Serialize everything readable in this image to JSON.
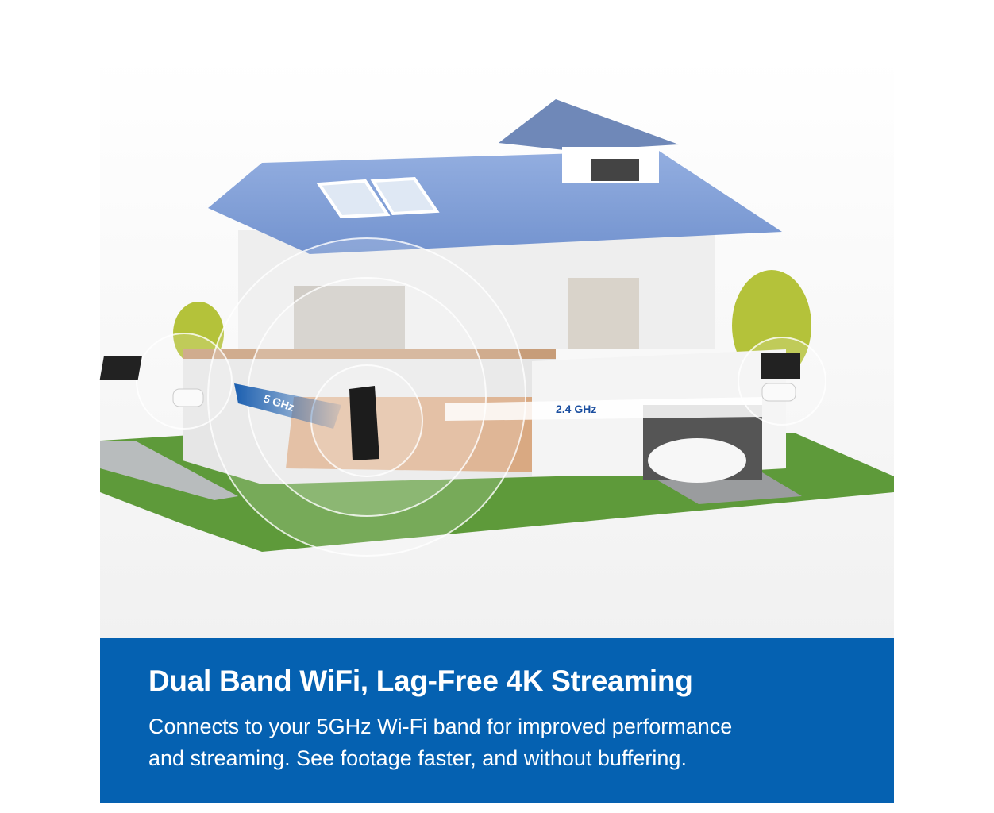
{
  "illustration": {
    "band_5ghz_label": "5 GHz",
    "band_24ghz_label": "2.4 GHz"
  },
  "banner": {
    "headline": "Dual Band WiFi, Lag-Free 4K Streaming",
    "body_line1": "Connects to your 5GHz Wi-Fi band for improved performance",
    "body_line2": "and streaming. See footage faster, and without buffering."
  },
  "colors": {
    "banner_blue": "#0561b1",
    "roof_blue": "#7f9fd6",
    "lawn_green": "#5e9a3a"
  }
}
